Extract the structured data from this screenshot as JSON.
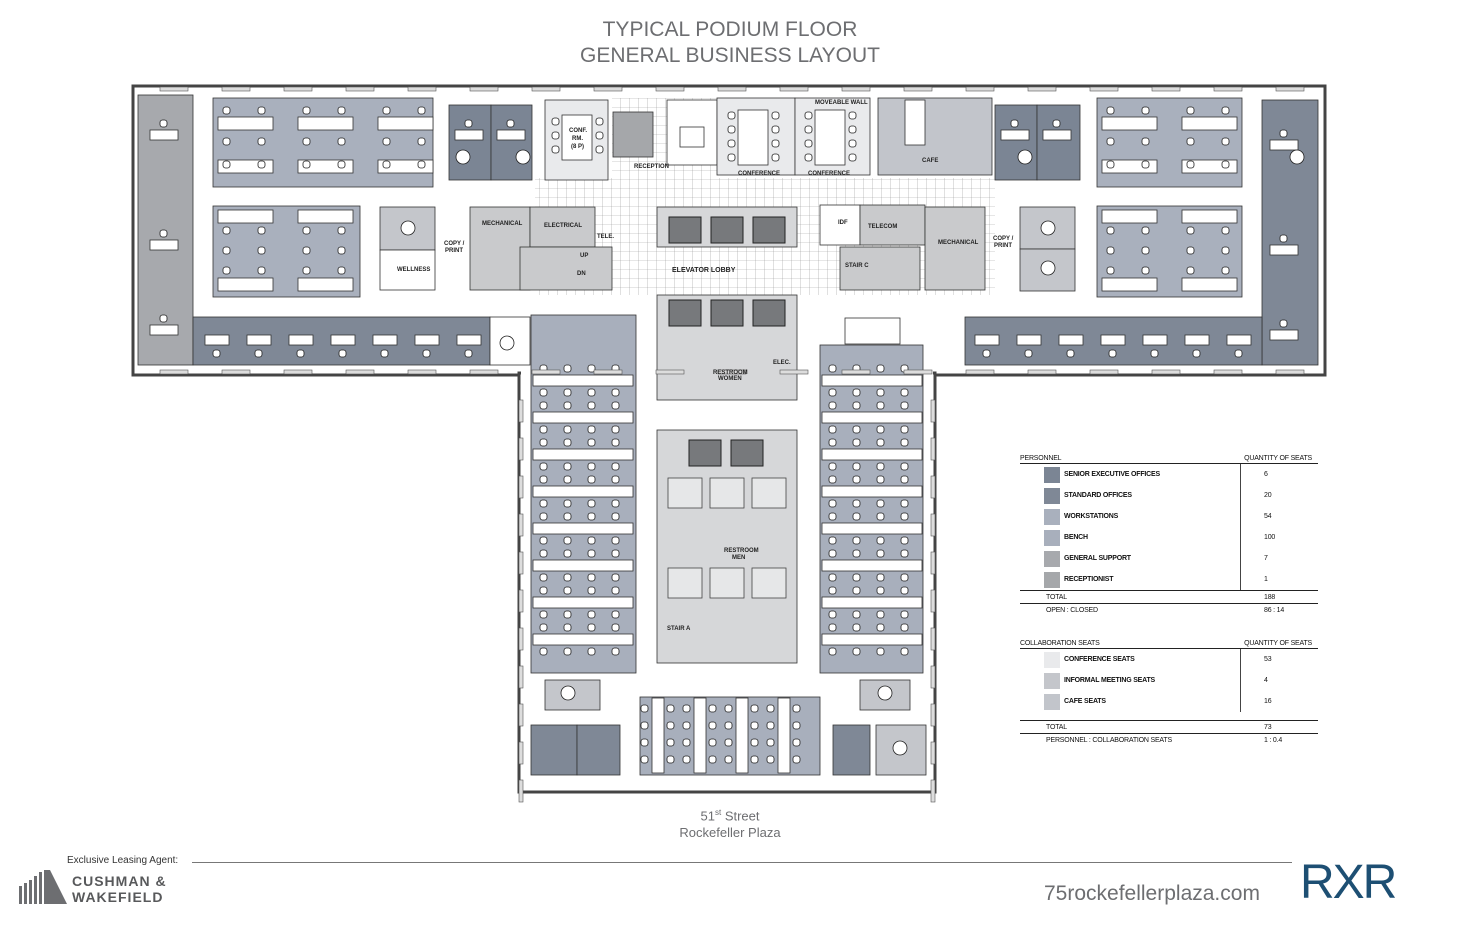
{
  "title": {
    "line1": "TYPICAL PODIUM FLOOR",
    "line2": "GENERAL BUSINESS LAYOUT"
  },
  "rooms": {
    "conf_rm": "CONF.",
    "conf_rm2": "RM.",
    "conf_rm3": "(8 P)",
    "reception": "RECEPTION",
    "conference_1": "CONFERENCE",
    "conference_2": "CONFERENCE",
    "moveable_wall": "MOVEABLE WALL",
    "cafe": "CAFE",
    "mechanical_left": "MECHANICAL",
    "electrical": "ELECTRICAL",
    "tele": "TELE.",
    "elevator_lobby": "ELEVATOR LOBBY",
    "idf": "IDF",
    "telecom": "TELECOM",
    "stair_c": "STAIR C",
    "mechanical_right": "MECHANICAL",
    "copy_print_left": "COPY /",
    "copy_print_left2": "PRINT",
    "copy_print_right": "COPY /",
    "copy_print_right2": "PRINT",
    "wellness": "WELLNESS",
    "up": "UP",
    "dn": "DN",
    "restroom_women": "RESTROOM",
    "restroom_women2": "WOMEN",
    "elec": "ELEC.",
    "restroom_men": "RESTROOM",
    "restroom_men2": "MEN",
    "stair_a": "STAIR A"
  },
  "colors": {
    "senior_exec": "#7b8594",
    "standard_office": "#7f8896",
    "workstation": "#a9b0bd",
    "bench": "#a8afbc",
    "general_support": "#a7a9ad",
    "receptionist": "#a5a7aa",
    "conference": "#e9eaec",
    "informal": "#c4c6cb",
    "cafe": "#c2c5cb",
    "core": "#d6d7d9",
    "elevator": "#77797c"
  },
  "legend": {
    "personnel": {
      "header": "PERSONNEL",
      "qty_header": "QUANTITY OF SEATS",
      "rows": [
        {
          "label": "SENIOR EXECUTIVE OFFICES",
          "qty": "6",
          "color": "#7b8594"
        },
        {
          "label": "STANDARD OFFICES",
          "qty": "20",
          "color": "#7f8896"
        },
        {
          "label": "WORKSTATIONS",
          "qty": "54",
          "color": "#a9b0bd"
        },
        {
          "label": "BENCH",
          "qty": "100",
          "color": "#a8afbc"
        },
        {
          "label": "GENERAL SUPPORT",
          "qty": "7",
          "color": "#a7a9ad"
        },
        {
          "label": "RECEPTIONIST",
          "qty": "1",
          "color": "#a5a7aa"
        }
      ],
      "total_label": "TOTAL",
      "total": "188",
      "ratio_label": "OPEN : CLOSED",
      "ratio": "86 : 14"
    },
    "collaboration": {
      "header": "COLLABORATION SEATS",
      "qty_header": "QUANTITY OF SEATS",
      "rows": [
        {
          "label": "CONFERENCE SEATS",
          "qty": "53",
          "color": "#e9eaec"
        },
        {
          "label": "INFORMAL MEETING SEATS",
          "qty": "4",
          "color": "#c4c6cb"
        },
        {
          "label": "CAFE SEATS",
          "qty": "16",
          "color": "#c2c5cb"
        }
      ],
      "total_label": "TOTAL",
      "total": "73",
      "ratio_label": "PERSONNEL : COLLABORATION SEATS",
      "ratio": "1 : 0.4"
    }
  },
  "street": {
    "number": "51",
    "suffix": "st",
    "name": "Street",
    "line2": "Rockefeller Plaza"
  },
  "footer": {
    "agent_label": "Exclusive Leasing Agent:",
    "agent_name_1": "CUSHMAN &",
    "agent_name_2": "WAKEFIELD",
    "url": "75rockefellerplaza.com",
    "brand": "RXR"
  }
}
